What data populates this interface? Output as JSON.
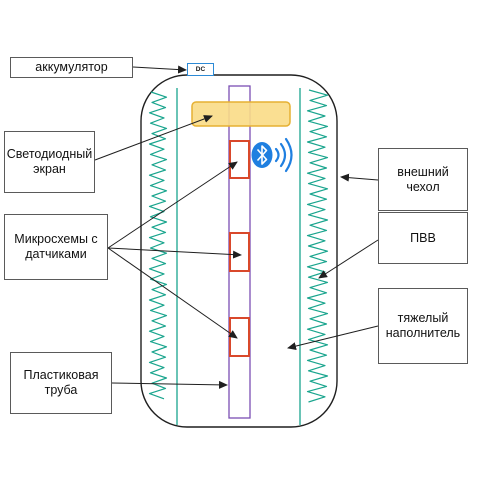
{
  "labels": {
    "battery": "аккумулятор",
    "dc": "DC",
    "led_screen": "Светодиодный\nэкран",
    "microchips": "Микросхемы с\nдатчиками",
    "plastic_pipe": "Пластиковая\nтруба",
    "outer_cover": "внешний\nчехол",
    "pvv": "ПВВ",
    "heavy_filler": "тяжелый\nнаполнитель"
  },
  "colors": {
    "outline": "#1f1f1f",
    "teal": "#1aa58e",
    "pipe": "#7b4fb3",
    "chip": "#d9482b",
    "screen_fill": "#f9dc86",
    "screen_stroke": "#e6b132",
    "bluetooth": "#1f7fe0",
    "dc_border": "#2c8ad6"
  },
  "icons": [
    "bluetooth-icon",
    "signal-waves-icon"
  ]
}
